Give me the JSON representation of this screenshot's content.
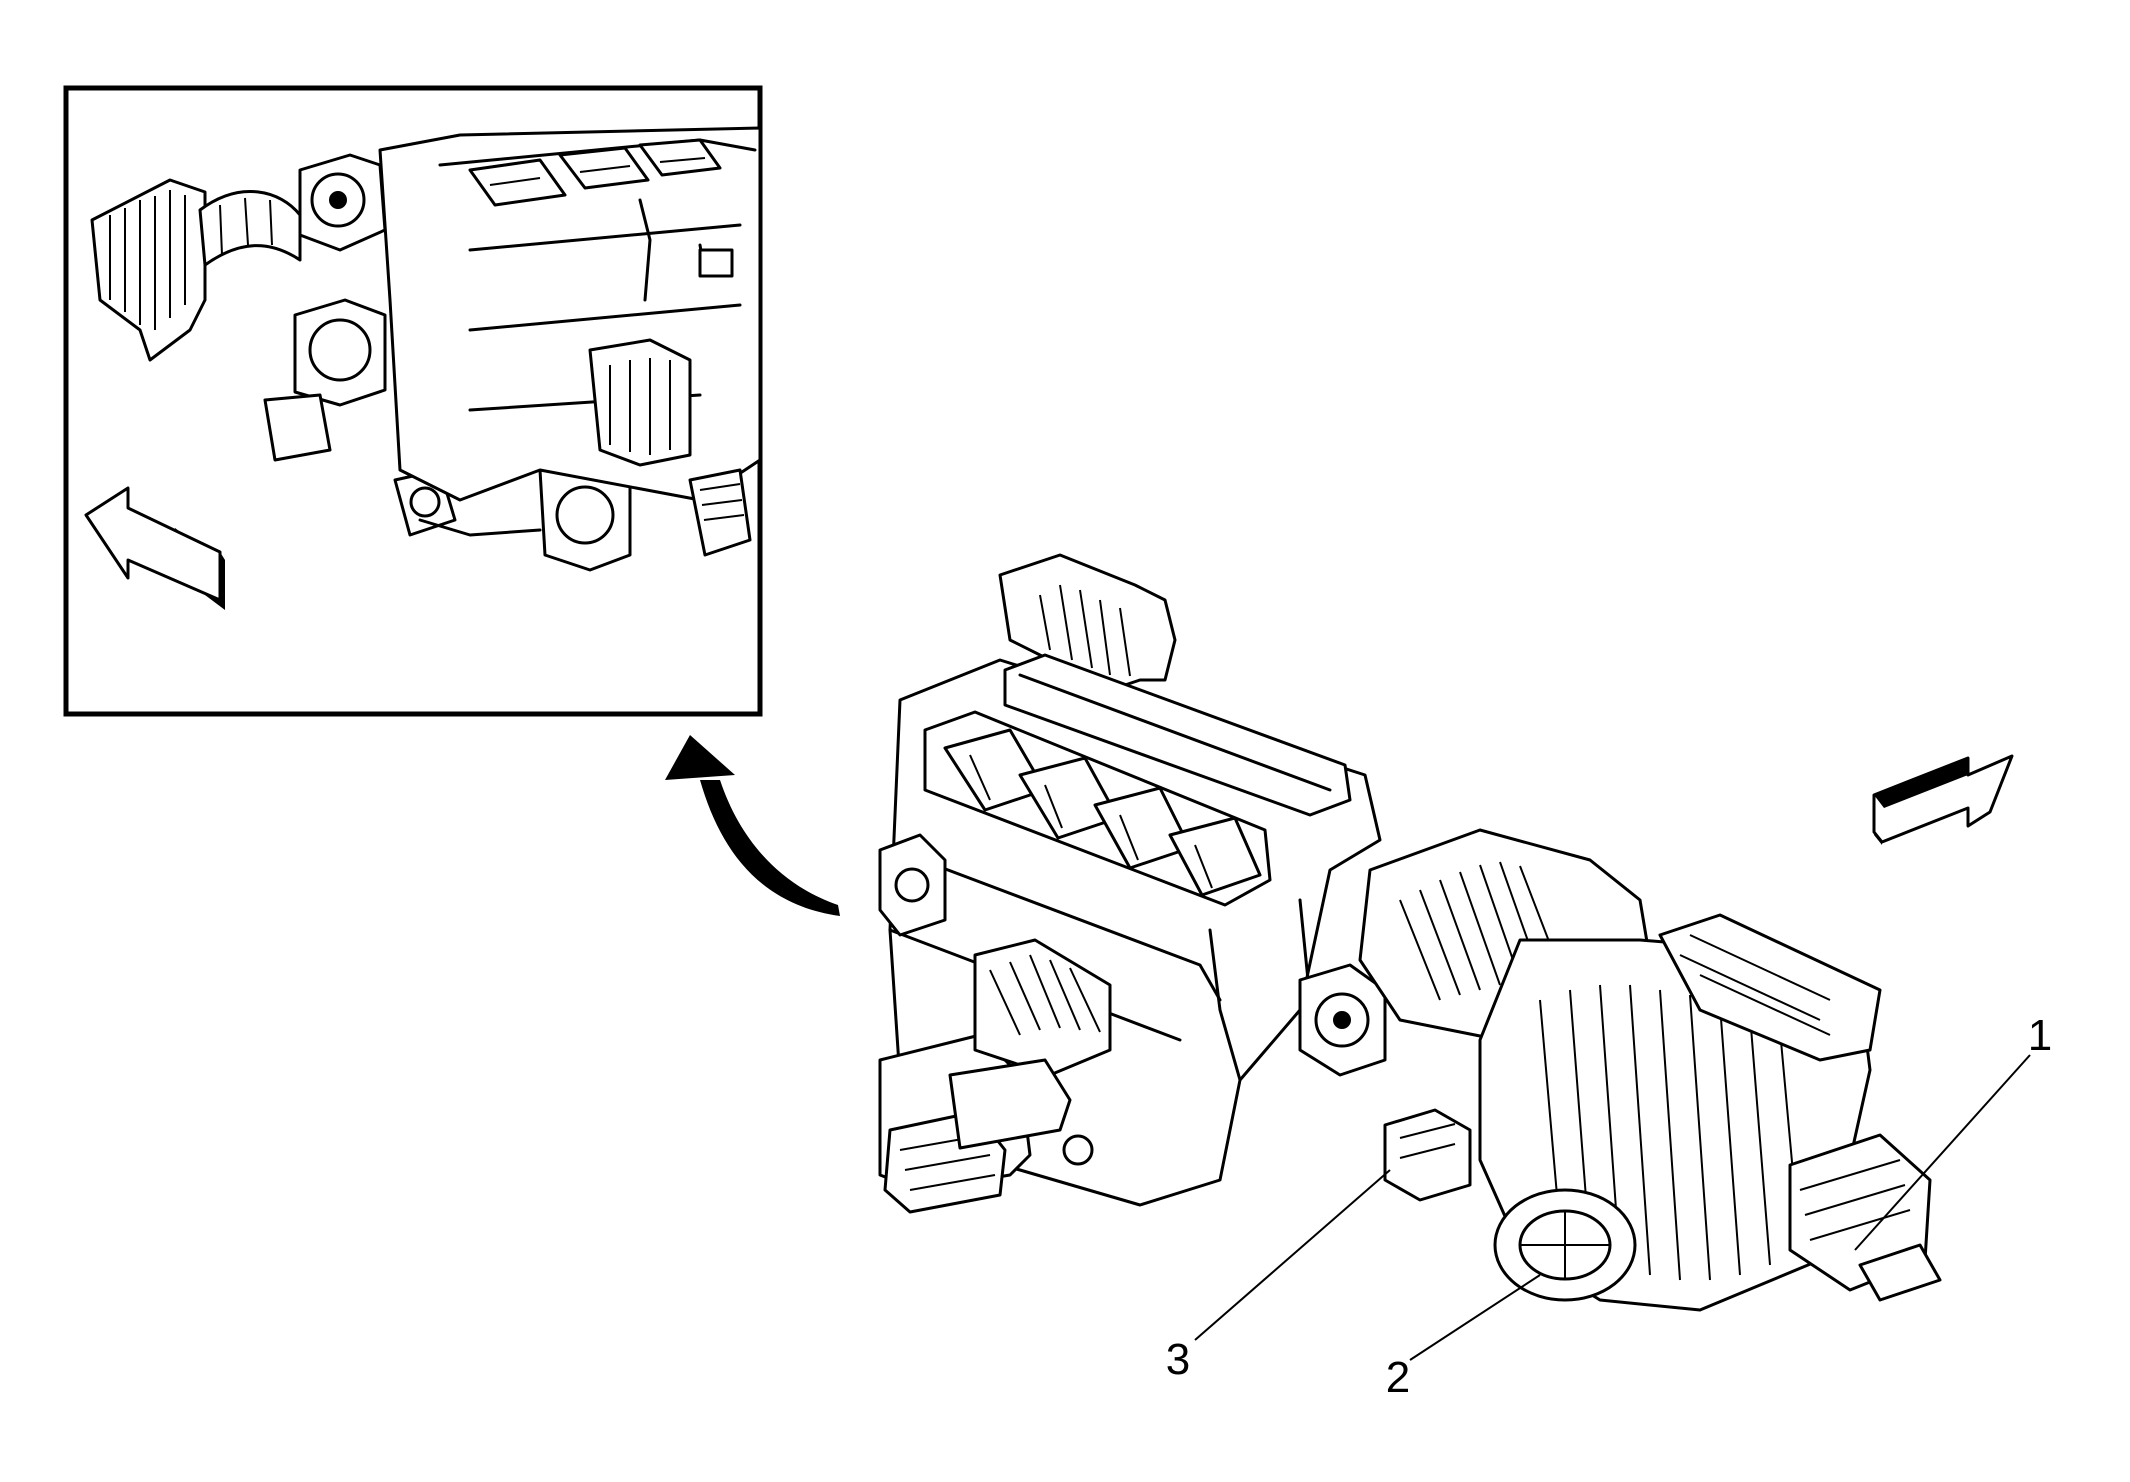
{
  "diagram": {
    "callouts": [
      {
        "id": "1",
        "label": "1"
      },
      {
        "id": "2",
        "label": "2"
      },
      {
        "id": "3",
        "label": "3"
      }
    ],
    "colors": {
      "ink": "#000000",
      "background": "#ffffff",
      "shade": "#000000"
    },
    "icons": {
      "inset_direction_arrow": "arrow-left-icon",
      "main_direction_arrow": "arrow-right-icon",
      "detail_pointer_arrow": "curved-arrow-icon"
    }
  }
}
